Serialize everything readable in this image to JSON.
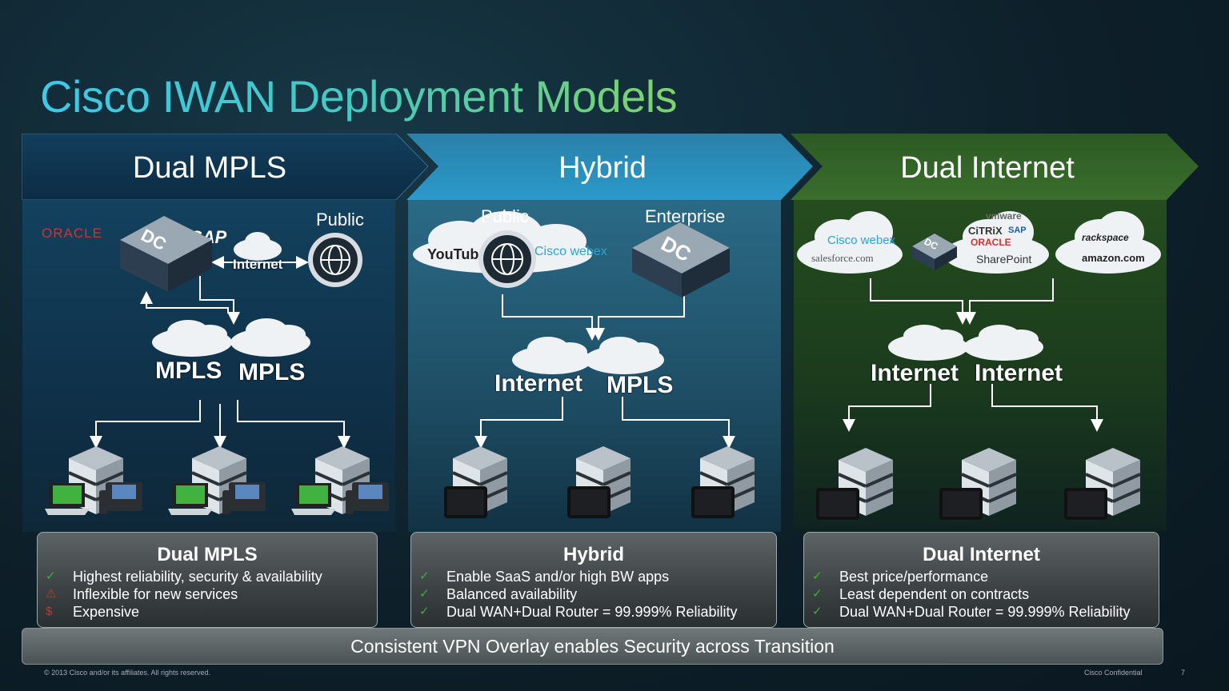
{
  "title": "Cisco IWAN Deployment Models",
  "columns": [
    {
      "header": "Dual MPLS",
      "diagram": {
        "public_label": "Public",
        "internet_label": "Internet",
        "dc_label": "DC",
        "logos": [
          "ORACLE",
          "SAP"
        ],
        "clouds": [
          "MPLS",
          "MPLS"
        ]
      },
      "box_title": "Dual MPLS",
      "points": [
        {
          "mark": "✓",
          "type": "ok",
          "text": "Highest reliability, security & availability"
        },
        {
          "mark": "⚠",
          "type": "bad",
          "text": "Inflexible for new services"
        },
        {
          "mark": "$",
          "type": "bad",
          "text": "Expensive"
        }
      ]
    },
    {
      "header": "Hybrid",
      "diagram": {
        "public_label": "Public",
        "enterprise_label": "Enterprise",
        "dc_label": "DC",
        "logos": [
          "YouTube",
          "Cisco webex"
        ],
        "clouds": [
          "Internet",
          "MPLS"
        ]
      },
      "box_title": "Hybrid",
      "points": [
        {
          "mark": "✓",
          "type": "ok",
          "text": "Enable SaaS and/or high BW apps"
        },
        {
          "mark": "✓",
          "type": "ok",
          "text": "Balanced availability"
        },
        {
          "mark": "✓",
          "type": "ok",
          "text": "Dual WAN+Dual Router = 99.999% Reliability"
        }
      ]
    },
    {
      "header": "Dual Internet",
      "diagram": {
        "dc_label": "DC",
        "logos_left": [
          "Cisco webex",
          "salesforce.com"
        ],
        "logos_mid": [
          "vmware",
          "CiTRiX",
          "SAP",
          "ORACLE",
          "SharePoint"
        ],
        "logos_right": [
          "rackspace",
          "amazon.com"
        ],
        "clouds": [
          "Internet",
          "Internet"
        ]
      },
      "box_title": "Dual Internet",
      "points": [
        {
          "mark": "✓",
          "type": "ok",
          "text": "Best price/performance"
        },
        {
          "mark": "✓",
          "type": "ok",
          "text": "Least dependent on contracts"
        },
        {
          "mark": "✓",
          "type": "ok",
          "text": "Dual WAN+Dual Router = 99.999% Reliability"
        }
      ]
    }
  ],
  "banner": "Consistent VPN Overlay enables Security across Transition",
  "footer": {
    "copyright": "© 2013 Cisco and/or its affiliates. All rights reserved.",
    "confidential": "Cisco Confidential",
    "page": "7"
  },
  "colors": {
    "col1_header": "#11405e",
    "col2_header": "#2a86b0",
    "col3_header": "#2e5e24",
    "title_gradient_start": "#3fc8e8",
    "title_gradient_end": "#7fd36a"
  }
}
